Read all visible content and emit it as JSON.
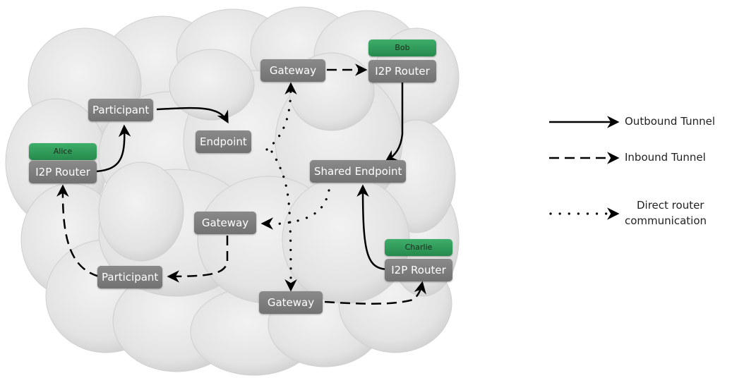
{
  "nodes": {
    "alice_label": "Alice",
    "alice_router": "I2P Router",
    "participant_top": "Participant",
    "participant_bottom": "Participant",
    "endpoint": "Endpoint",
    "gateway_top": "Gateway",
    "gateway_mid": "Gateway",
    "gateway_bottom": "Gateway",
    "bob_label": "Bob",
    "bob_router": "I2P Router",
    "shared_endpoint": "Shared Endpoint",
    "charlie_label": "Charlie",
    "charlie_router": "I2P Router"
  },
  "legend": {
    "outbound": "Outbound Tunnel",
    "inbound": "Inbound Tunnel",
    "direct_line1": "Direct router",
    "direct_line2": "communication"
  },
  "colors": {
    "node": "#7b7b7b",
    "user": "#2e9b59",
    "cloud": "#e6e6e6"
  }
}
